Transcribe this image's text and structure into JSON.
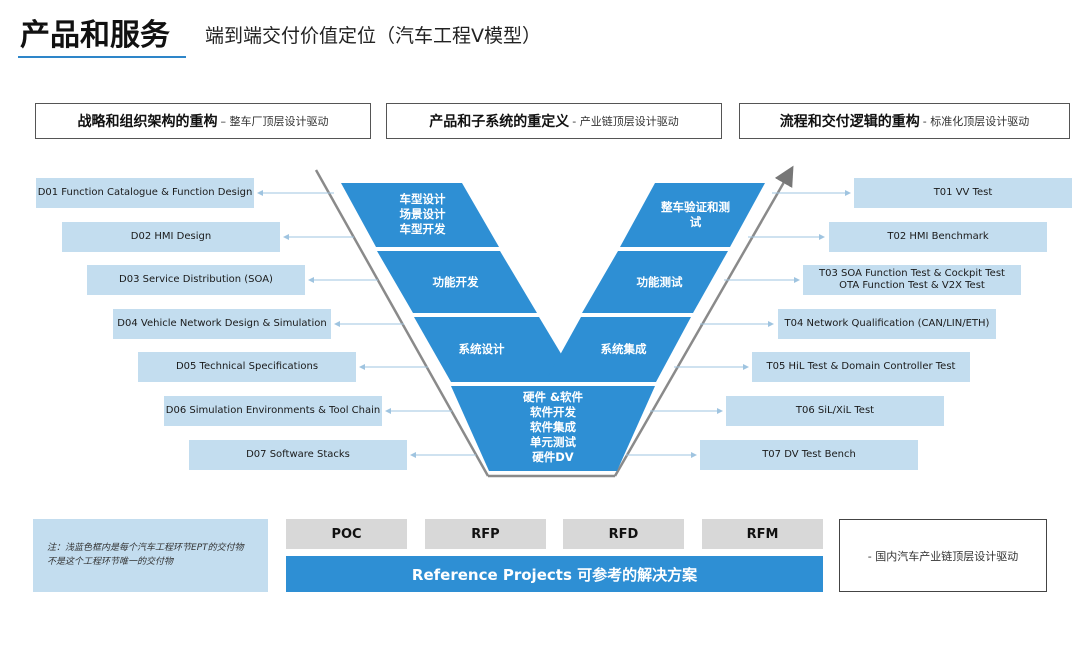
{
  "header": {
    "title": "产品和服务",
    "subtitle": "端到端交付价值定位（汽车工程V模型）"
  },
  "top_boxes": [
    {
      "main": "战略和组织架构的重构",
      "sub": "– 整车厂顶层设计驱动"
    },
    {
      "main": "产品和子系统的重定义",
      "sub": "- 产业链顶层设计驱动"
    },
    {
      "main": "流程和交付逻辑的重构",
      "sub": "- 标准化顶层设计驱动"
    }
  ],
  "design_items": [
    "D01 Function Catalogue & Function Design",
    "D02 HMI Design",
    "D03 Service Distribution (SOA)",
    "D04 Vehicle Network Design & Simulation",
    "D05 Technical Specifications",
    "D06 Simulation Environments & Tool Chain",
    "D07 Software Stacks"
  ],
  "test_items": [
    {
      "line1": "T01 VV Test",
      "line2": ""
    },
    {
      "line1": "T02 HMI Benchmark",
      "line2": ""
    },
    {
      "line1": "T03 SOA Function Test & Cockpit Test",
      "line2": "OTA Function Test & V2X Test"
    },
    {
      "line1": "T04 Network Qualification (CAN/LIN/ETH)",
      "line2": ""
    },
    {
      "line1": "T05 HiL Test & Domain Controller Test",
      "line2": ""
    },
    {
      "line1": "T06 SiL/XiL Test",
      "line2": ""
    },
    {
      "line1": "T07 DV Test Bench",
      "line2": ""
    }
  ],
  "v_model": {
    "left": [
      {
        "lines": [
          "车型设计",
          "场景设计",
          "车型开发"
        ]
      },
      {
        "lines": [
          "功能开发"
        ]
      },
      {
        "lines": [
          "系统设计"
        ]
      }
    ],
    "right": [
      {
        "lines": [
          "整车验证和测",
          "试"
        ]
      },
      {
        "lines": [
          "功能测试"
        ]
      },
      {
        "lines": [
          "系统集成"
        ]
      }
    ],
    "bottom": {
      "lines": [
        "硬件 &软件",
        "软件开发",
        "软件集成",
        "单元测试",
        "硬件DV"
      ]
    }
  },
  "phases": [
    "POC",
    "RFP",
    "RFD",
    "RFM"
  ],
  "reference_label": "Reference Projects 可参考的解决方案",
  "note": {
    "line1": "注：浅蓝色框内是每个汽车工程环节EPT的交付物",
    "line2": "不是这个工程环节唯一的交付物"
  },
  "right_note": "- 国内汽车产业链顶层设计驱动",
  "colors": {
    "v_blue": "#2e8fd4",
    "light_blue": "#c3ddef",
    "gray": "#d8d8d8",
    "accent": "#2e86c9"
  }
}
